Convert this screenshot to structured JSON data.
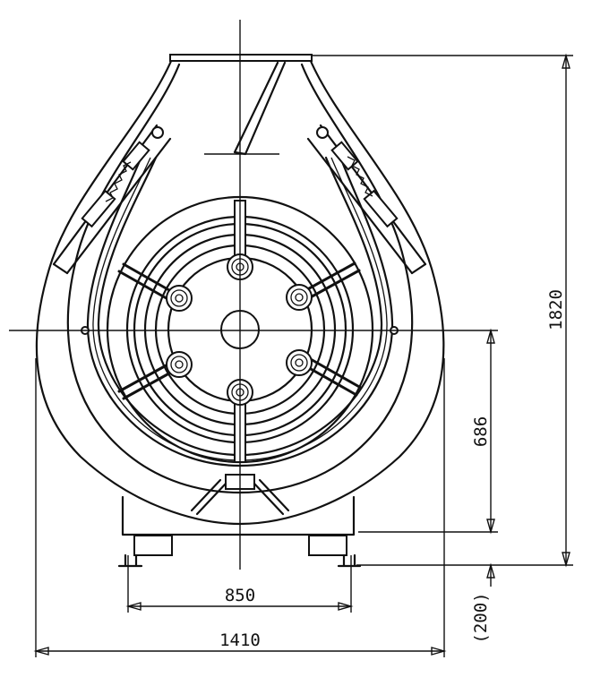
{
  "dimensions": {
    "overall_width": "1410",
    "base_width": "850",
    "overall_height": "1820",
    "shaft_height": "686",
    "foot_height": "(200)"
  },
  "colors": {
    "line": "#111111",
    "background": "#ffffff"
  }
}
